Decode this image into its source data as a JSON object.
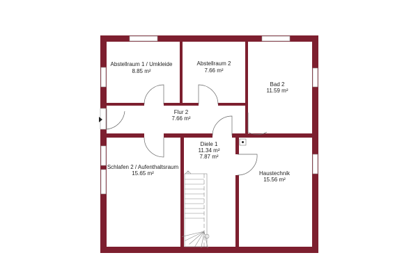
{
  "plan": {
    "rooms": [
      {
        "name": "Abstellraum 1 / Umkleide",
        "area": "8.85 m²"
      },
      {
        "name": "Abstellraum 2",
        "area": "7.66 m²"
      },
      {
        "name": "Bad 2",
        "area": "11.59 m²"
      },
      {
        "name": "Flur 2",
        "area": "7.66 m²"
      },
      {
        "name": "Diele 1",
        "area": "11.34 m²",
        "area2": "7.87 m²"
      },
      {
        "name": "Schlafen 2 / Aufenthaltsraum",
        "area": "15.65 m²"
      },
      {
        "name": "Haustechnik",
        "area": "15.56 m²"
      }
    ],
    "colors": {
      "wall": "#7d1f2f"
    }
  }
}
